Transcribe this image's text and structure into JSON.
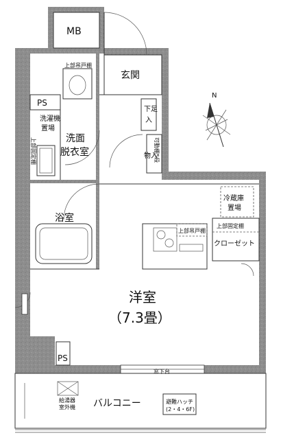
{
  "rooms": {
    "mb": "MB",
    "entrance": "玄関",
    "ps_top": "PS",
    "ps_bottom": "PS",
    "wash_line1": "洗面",
    "wash_line2": "脱衣室",
    "bath": "浴室",
    "western_name": "洋室",
    "western_size": "（7.3畳）",
    "balcony": "バルコニー"
  },
  "labels": {
    "upper_shelf_wash": "上部吊戸棚",
    "washer_line1": "洗濯機",
    "washer_line2": "置場",
    "upper_fixed_shelf": "上部固定棚",
    "shoe_box_line1": "下足",
    "shoe_box_line2": "入",
    "storage_line1": "物入",
    "storage_line2": "可動棚5段",
    "fridge_line1": "冷蔵庫",
    "fridge_line2": "置場",
    "kitchen_upper_shelf": "上部吊戸棚",
    "closet_upper": "上部固定棚",
    "closet": "クローゼット",
    "window_label": "窓下台",
    "ac_outdoor_line1": "給湯器",
    "ac_outdoor_line2": "室外機",
    "hatch_line1": "避難ハッチ",
    "hatch_line2": "(2・4・6F)",
    "north": "N"
  }
}
